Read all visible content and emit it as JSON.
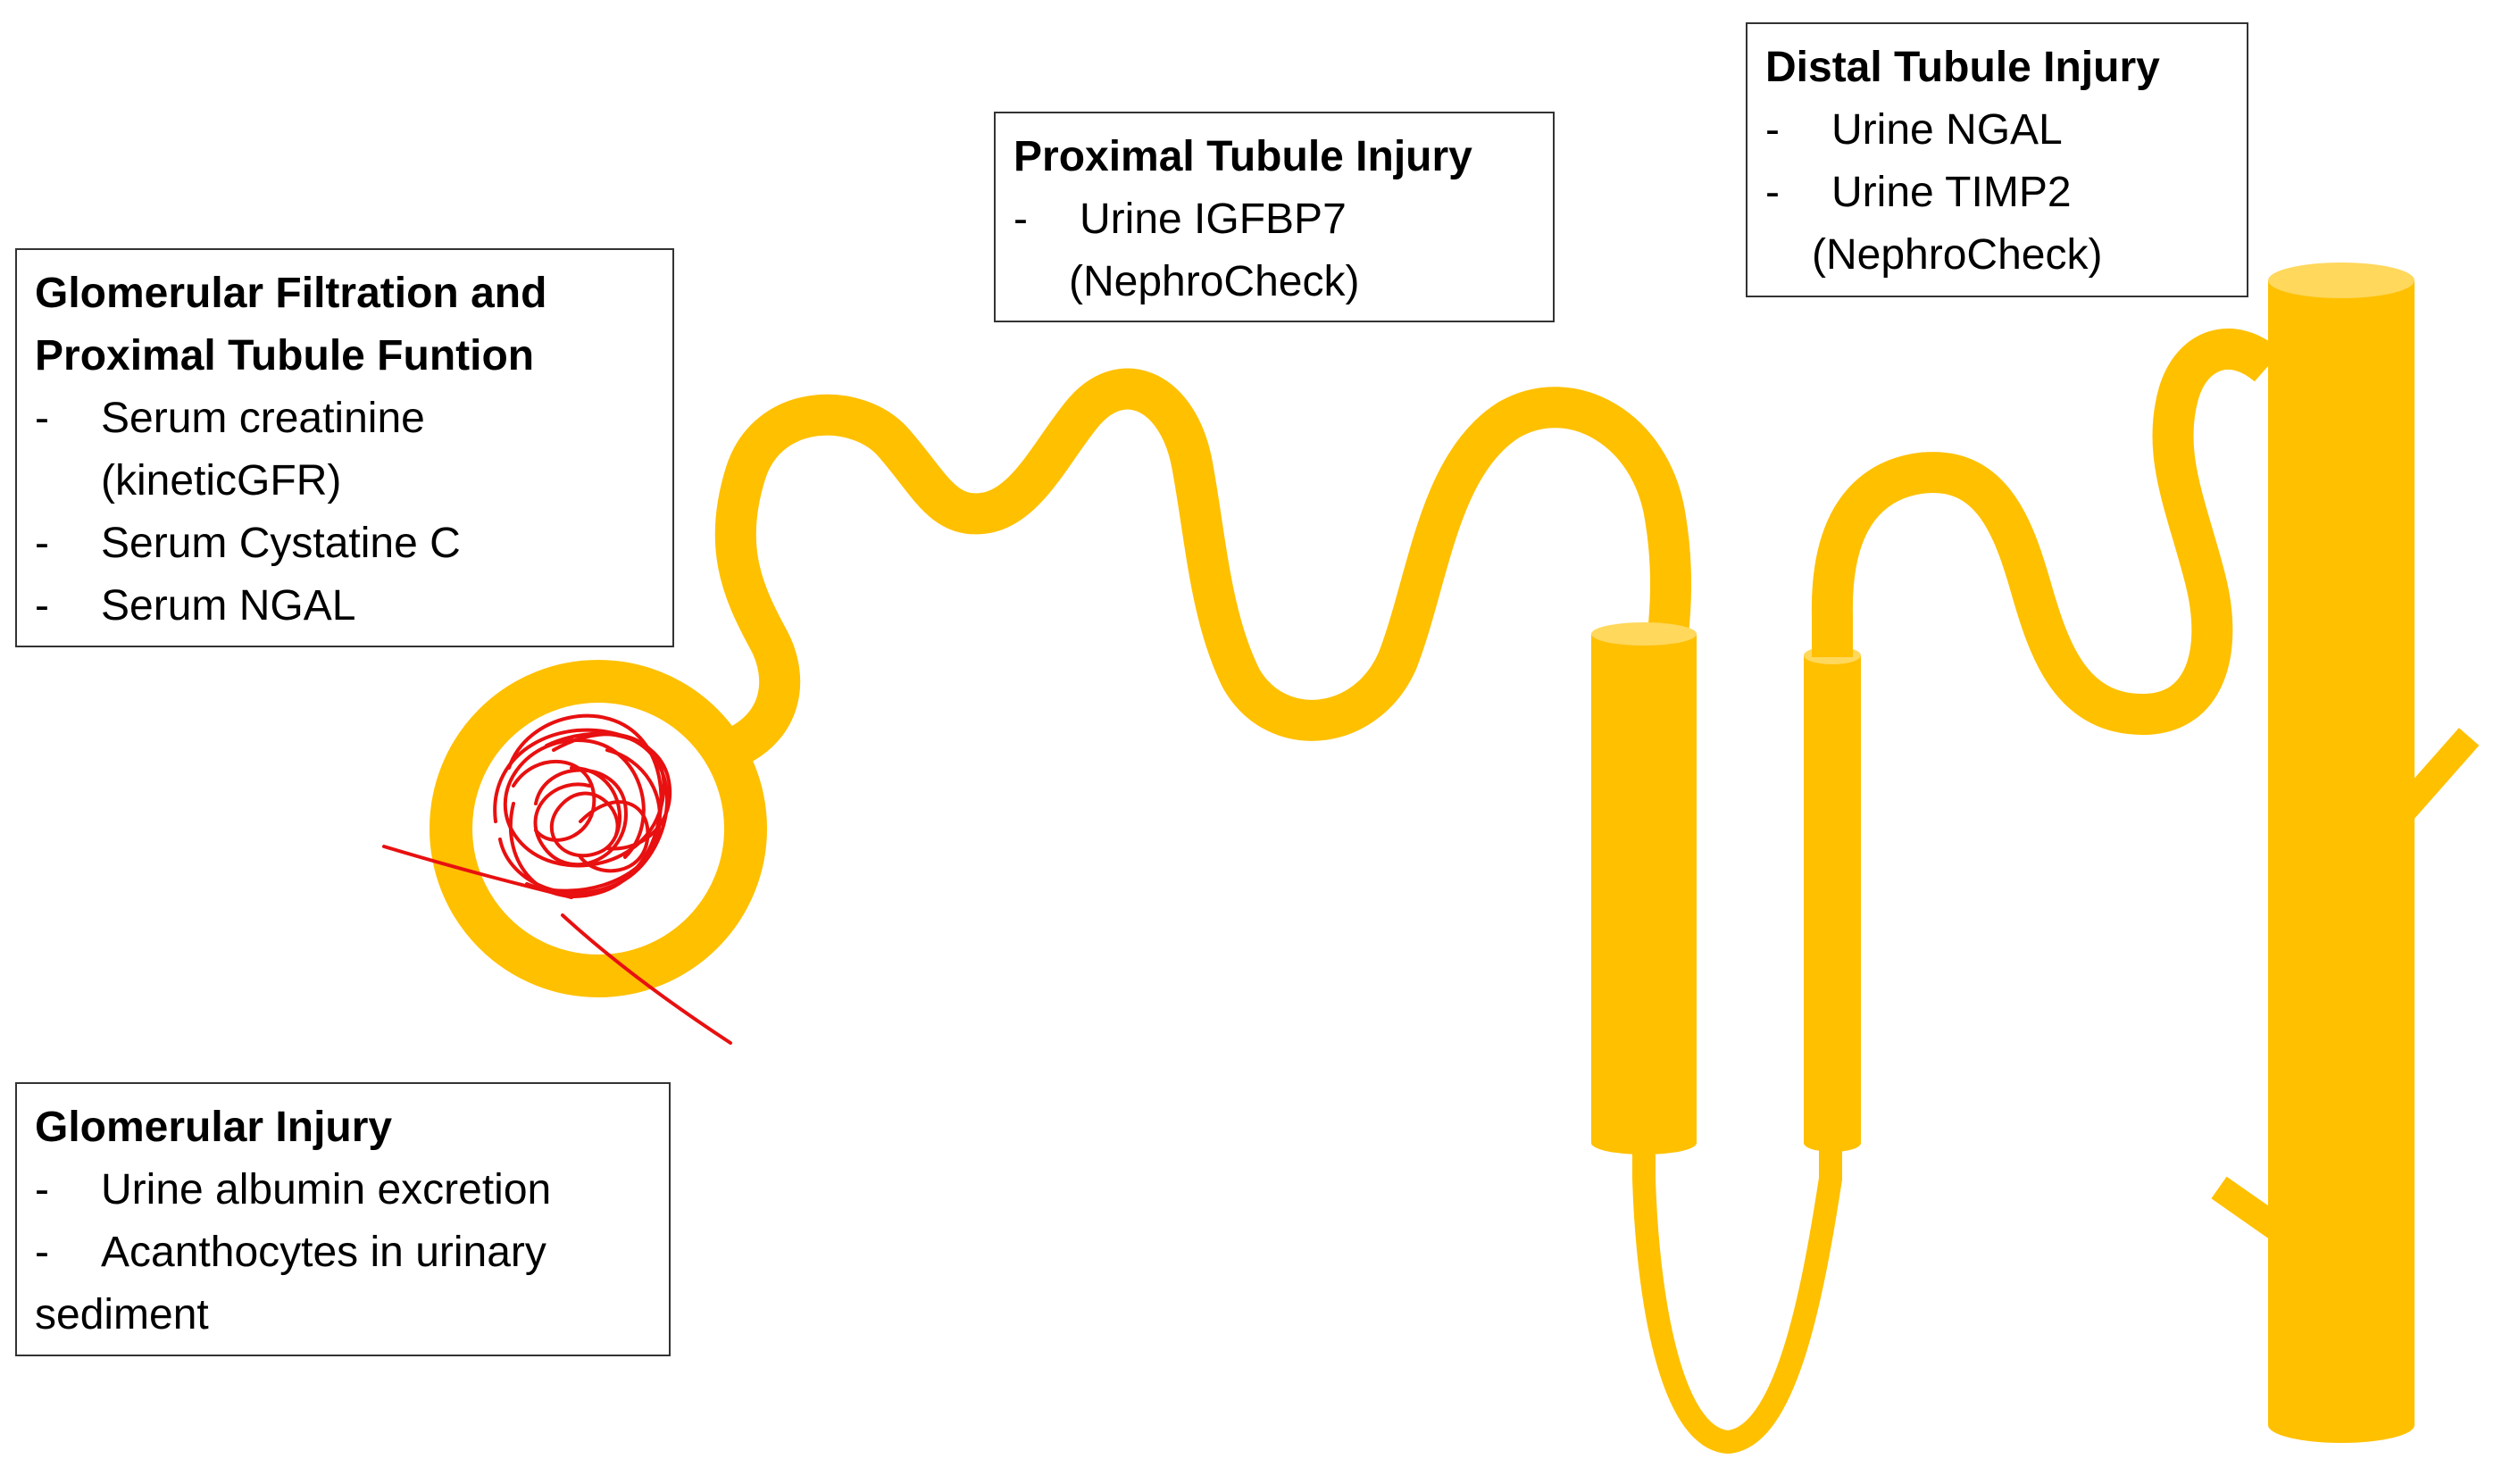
{
  "colors": {
    "tubule": "#FFC000",
    "tubule_cap": "#FFD85C",
    "capillary": "#E81010",
    "box_border": "#333333",
    "text": "#000000"
  },
  "boxes": {
    "glomerular_filtration": {
      "title_line1": "Glomerular Filtration and",
      "title_line2": "Proximal Tubule Funtion",
      "items": [
        {
          "dash": "-",
          "text": "Serum creatinine",
          "cont": "(kineticGFR)"
        },
        {
          "dash": "-",
          "text": "Serum Cystatine C"
        },
        {
          "dash": "-",
          "text": "Serum NGAL"
        }
      ]
    },
    "proximal": {
      "title": "Proximal Tubule Injury",
      "items": [
        {
          "dash": "-",
          "text": "Urine IGFBP7",
          "cont": "(NephroCheck)"
        }
      ]
    },
    "distal": {
      "title": "Distal Tubule Injury",
      "items": [
        {
          "dash": "-",
          "text": "Urine NGAL"
        },
        {
          "dash": "-",
          "text": "Urine TIMP2",
          "cont": "(NephroCheck)"
        }
      ]
    },
    "glomerular_injury": {
      "title": "Glomerular Injury",
      "items": [
        {
          "dash": "-",
          "text": "Urine albumin excretion"
        },
        {
          "dash": "-",
          "text": "Acanthocytes in urinary",
          "cont": "sediment"
        }
      ]
    }
  }
}
